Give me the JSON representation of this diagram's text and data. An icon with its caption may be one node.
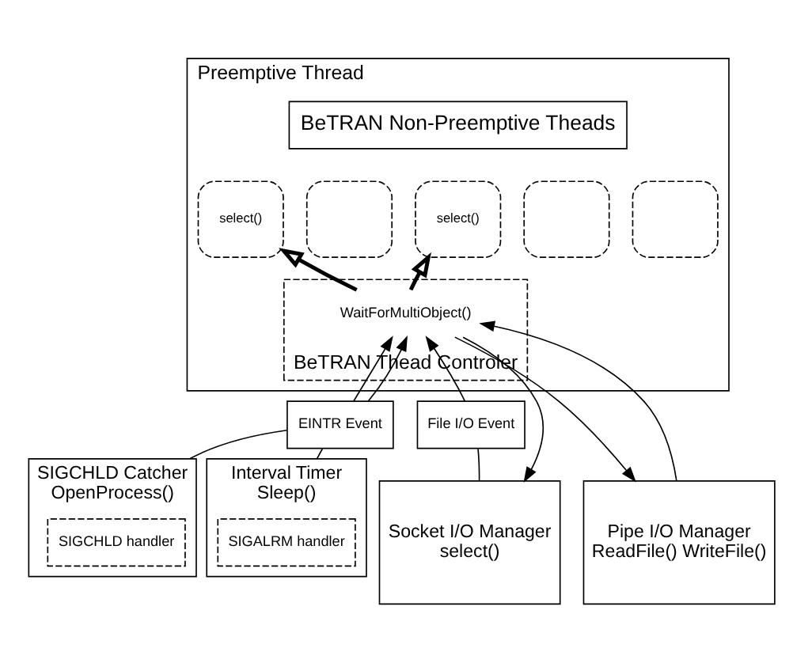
{
  "diagram": {
    "nodes": [
      {
        "text": [
          "Preemptive Thread"
        ]
      },
      {
        "text": [
          "BeTRAN Non-Preemptive Theads"
        ],
        "in": 0
      },
      {
        "text": [
          "select()"
        ],
        "in": 0
      },
      {
        "text": [],
        "shape": "box",
        "in": 0
      },
      {
        "text": [
          "select()"
        ],
        "in": 0
      },
      {
        "text": [],
        "shape": "box",
        "in": 0
      },
      {
        "text": [],
        "shape": "box",
        "in": 0
      },
      {
        "text": [
          "BeTRAN Thead Controler"
        ],
        "in": 0
      },
      {
        "text": [
          "WaitForMultiObject()"
        ],
        "in": 7
      },
      {
        "text": [
          "EINTR Event"
        ]
      },
      {
        "text": [
          "File I/O Event"
        ]
      },
      {
        "text": [
          "SIGCHLD Catcher",
          "OpenProcess()"
        ]
      },
      {
        "text": [
          "SIGCHLD handler"
        ],
        "in": 11
      },
      {
        "text": [
          "Interval Timer",
          "Sleep()"
        ]
      },
      {
        "text": [
          "SIGALRM handler"
        ],
        "in": 13
      },
      {
        "text": [
          "Socket I/O Manager",
          "select()"
        ]
      },
      {
        "text": [
          "Pipe I/O Manager",
          "ReadFile() WriteFile()"
        ]
      }
    ],
    "edges": [
      {
        "from": 8,
        "to": 2,
        "arrow": "to",
        "style": "thick"
      },
      {
        "from": 8,
        "to": 4,
        "arrow": "to",
        "style": "thick"
      },
      {
        "from": 9,
        "to": 8,
        "arrow": "to"
      },
      {
        "from": 9,
        "to": 8,
        "arrow": "to"
      },
      {
        "from": 10,
        "to": 8,
        "arrow": "to"
      },
      {
        "from": 16,
        "to": 8,
        "arrow": "to"
      },
      {
        "from": 11,
        "to": 9,
        "arrow": "none"
      },
      {
        "from": 13,
        "to": 9,
        "arrow": "none"
      },
      {
        "from": 15,
        "to": 10,
        "arrow": "none"
      },
      {
        "from": 8,
        "to": 15,
        "arrow": "to"
      },
      {
        "from": 8,
        "to": 16,
        "arrow": "to"
      }
    ]
  }
}
